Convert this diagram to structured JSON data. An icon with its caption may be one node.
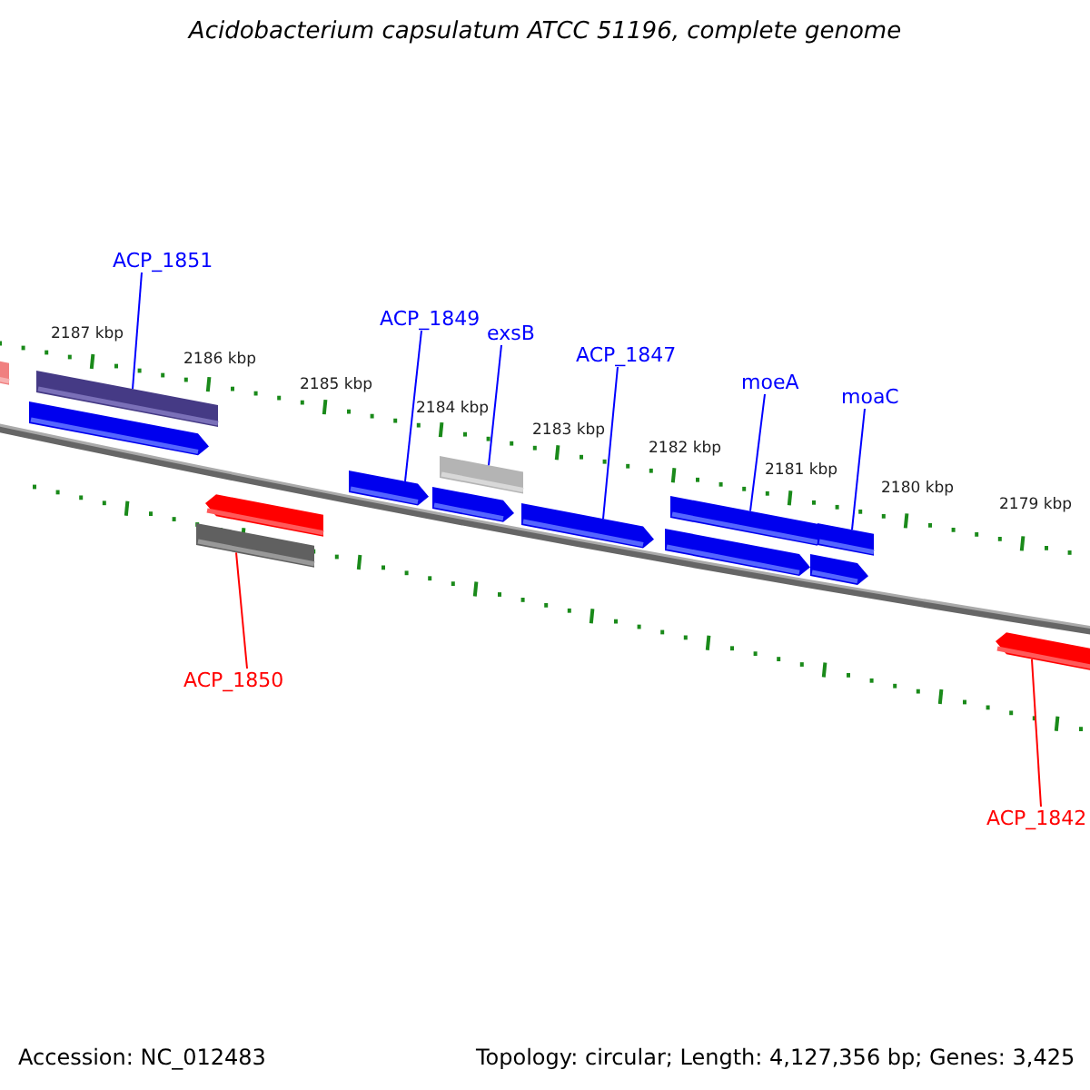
{
  "diagram": {
    "title": "Acidobacterium capsulatum ATCC 51196, complete genome",
    "nodes": [
      {
        "text": [
          "ACP_1851"
        ]
      },
      {
        "text": [
          "ACP_1849"
        ]
      },
      {
        "text": [
          "exsB"
        ]
      },
      {
        "text": [
          "ACP_1847"
        ]
      },
      {
        "text": [
          "moeA"
        ]
      },
      {
        "text": [
          "moaC"
        ]
      },
      {
        "text": [
          "ACP_1850"
        ]
      },
      {
        "text": [
          "ACP_1842"
        ]
      },
      {
        "text": [],
        "shape": "bar"
      },
      {
        "text": [],
        "shape": "arrow"
      },
      {
        "text": [],
        "shape": "bar"
      },
      {
        "text": [],
        "shape": "bar"
      },
      {
        "text": [],
        "shape": "arrow"
      },
      {
        "text": [],
        "shape": "arrow"
      },
      {
        "text": [],
        "shape": "arrow"
      },
      {
        "text": [],
        "shape": "bar"
      },
      {
        "text": [],
        "shape": "arrow"
      },
      {
        "text": [],
        "shape": "arrow"
      },
      {
        "text": [],
        "shape": "bar"
      },
      {
        "text": [],
        "shape": "arrow"
      },
      {
        "text": [],
        "shape": "bar"
      },
      {
        "text": [],
        "shape": "arrow"
      }
    ],
    "edges": [
      {
        "from": 0,
        "to": 10,
        "arrow": "none"
      },
      {
        "from": 1,
        "to": 13,
        "arrow": "none"
      },
      {
        "from": 2,
        "to": 15,
        "arrow": "none"
      },
      {
        "from": 3,
        "to": 16,
        "arrow": "none"
      },
      {
        "from": 4,
        "to": 18,
        "arrow": "none"
      },
      {
        "from": 5,
        "to": 20,
        "arrow": "none"
      },
      {
        "from": 6,
        "to": 11,
        "arrow": "none",
        "color": "#ff0000"
      },
      {
        "from": 7,
        "to": 21,
        "arrow": "none",
        "color": "#ff0000"
      }
    ],
    "labels": [
      "2187 kbp",
      "2186 kbp",
      "2185 kbp",
      "2184 kbp",
      "2183 kbp",
      "2182 kbp",
      "2181 kbp",
      "2180 kbp",
      "2179 kbp",
      "Accession: NC_012483",
      "Topology: circular; Length: 4,127,356 bp; Genes: 3,425"
    ]
  }
}
